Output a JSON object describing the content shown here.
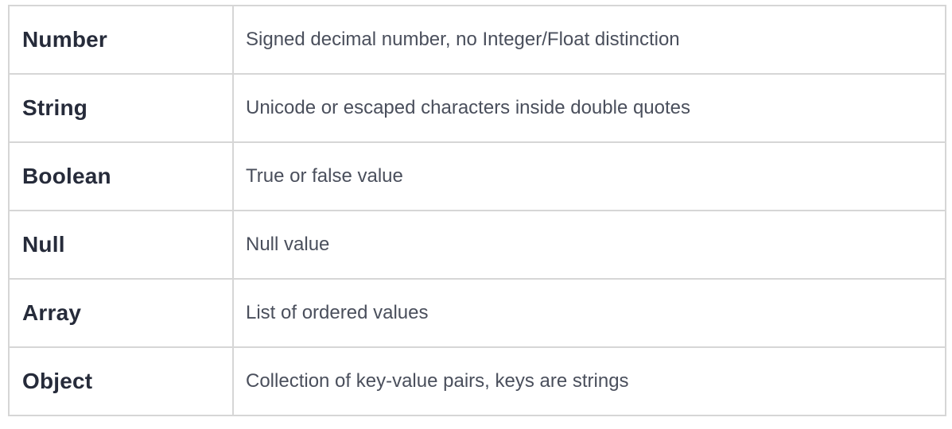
{
  "table": {
    "rows": [
      {
        "type": "Number",
        "description": "Signed decimal number, no Integer/Float distinction"
      },
      {
        "type": "String",
        "description": "Unicode or escaped characters inside double quotes"
      },
      {
        "type": "Boolean",
        "description": "True or false value"
      },
      {
        "type": "Null",
        "description": "Null value"
      },
      {
        "type": "Array",
        "description": "List of ordered values"
      },
      {
        "type": "Object",
        "description": "Collection of key-value pairs, keys are strings"
      }
    ]
  },
  "colors": {
    "border": "#d6d6d6",
    "type_text": "#262b3a",
    "description_text": "#4a4f5c",
    "background": "#ffffff"
  }
}
